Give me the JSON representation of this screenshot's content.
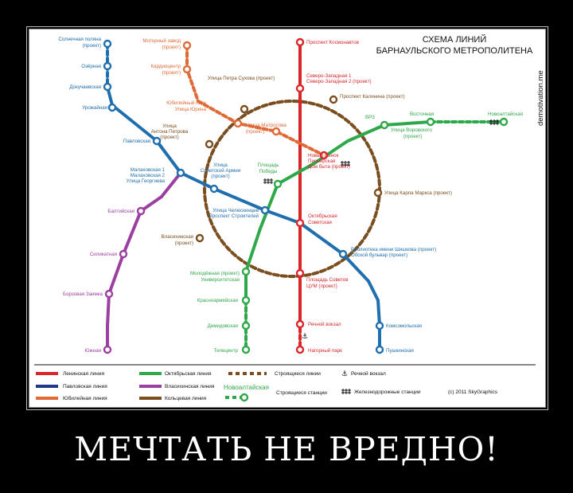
{
  "title": [
    "СХЕМА ЛИНИЙ",
    "БАРНАУЛЬСКОГО МЕТРОПОЛИТЕНА"
  ],
  "watermark": "demotivation.me",
  "caption": "МЕЧТАТЬ НЕ ВРЕДНО!",
  "copyright": "(c) 2011 SkyGraphics",
  "colors": {
    "leninskaya": "#d9262b",
    "pavlovskaya": "#1f6fae",
    "yubileynaya": "#e06a36",
    "oktyabrskaya": "#2fa84a",
    "vlasikhinskaya": "#9b3fa0",
    "koltsevaya": "#7a4e1e",
    "novoaltayskaya": "#2fa84a"
  },
  "stations": [
    {
      "id": "s1",
      "line": "pavlovskaya",
      "lines": [
        "Солнечная поляна",
        "(проект)"
      ]
    },
    {
      "id": "s2",
      "line": "pavlovskaya",
      "lines": [
        "Озёрная"
      ]
    },
    {
      "id": "s3",
      "line": "pavlovskaya",
      "lines": [
        "Докучаевская"
      ]
    },
    {
      "id": "s4",
      "line": "pavlovskaya",
      "lines": [
        "Урожайная"
      ]
    },
    {
      "id": "s5",
      "line": "pavlovskaya",
      "lines": [
        "Павловская"
      ]
    },
    {
      "id": "s6",
      "line": "pavlovskaya",
      "lines": [
        "Малаховская 1",
        "Малаховская 2",
        "Улица Георгиева"
      ]
    },
    {
      "id": "s7",
      "line": "pavlovskaya",
      "lines": [
        "Улица",
        "Советской Армии",
        "(проект)"
      ]
    },
    {
      "id": "s8",
      "line": "pavlovskaya",
      "lines": [
        "Улица Челюскинцев",
        "Проспект Строителей"
      ]
    },
    {
      "id": "s9",
      "line": "pavlovskaya",
      "lines": [
        "Октябрьская",
        "Советская"
      ]
    },
    {
      "id": "s10",
      "line": "pavlovskaya",
      "lines": [
        "Библиотека имени Шишкова (проект)",
        "Обской бульвар (проект)"
      ]
    },
    {
      "id": "s11",
      "line": "pavlovskaya",
      "lines": [
        "Комсомольская"
      ]
    },
    {
      "id": "s12",
      "line": "pavlovskaya",
      "lines": [
        "Пушкинская"
      ]
    },
    {
      "id": "s13",
      "line": "yubileynaya",
      "lines": [
        "Моторный завод",
        "(проект)"
      ]
    },
    {
      "id": "s14",
      "line": "yubileynaya",
      "lines": [
        "Кардиоцентр",
        "(проект)"
      ]
    },
    {
      "id": "s15",
      "line": "yubileynaya",
      "lines": [
        "Юбилейный парк",
        "Улица Юрина"
      ]
    },
    {
      "id": "s16",
      "line": "yubileynaya",
      "lines": [
        "Улица Матросова",
        "(проект)"
      ]
    },
    {
      "id": "s17",
      "line": "leninskaya",
      "lines": [
        "Проспект Космонавтов"
      ]
    },
    {
      "id": "s18",
      "line": "leninskaya",
      "lines": [
        "Северо-Западная 1",
        "Северо-Западная 2 (проект)"
      ]
    },
    {
      "id": "s19",
      "line": "leninskaya",
      "lines": [
        "Новый рынок",
        "Пионерская",
        "Дом быта (проект)"
      ]
    },
    {
      "id": "s20",
      "line": "leninskaya",
      "lines": [
        "Площадь Советов",
        "ЦУМ (проект)"
      ]
    },
    {
      "id": "s21",
      "line": "leninskaya",
      "lines": [
        "Речной вокзал"
      ]
    },
    {
      "id": "s22",
      "line": "leninskaya",
      "lines": [
        "Нагорный парк"
      ]
    },
    {
      "id": "s23",
      "line": "koltsevaya",
      "lines": [
        "Улица Петра Сухова (проект)"
      ]
    },
    {
      "id": "s24",
      "line": "koltsevaya",
      "lines": [
        "Проспект Калинина (проект)"
      ]
    },
    {
      "id": "s25",
      "line": "koltsevaya",
      "lines": [
        "Улица",
        "Антона Петрова",
        "(проект)"
      ]
    },
    {
      "id": "s26",
      "line": "koltsevaya",
      "lines": [
        "Улица Карла Маркса (проект)"
      ]
    },
    {
      "id": "s27",
      "line": "koltsevaya",
      "lines": [
        "Власихинская",
        "(проект)"
      ]
    },
    {
      "id": "s28",
      "line": "oktyabrskaya",
      "lines": [
        "ВРЗ"
      ]
    },
    {
      "id": "s29",
      "line": "oktyabrskaya",
      "lines": [
        "Улица Воровского",
        "(проект)"
      ]
    },
    {
      "id": "s30",
      "line": "oktyabrskaya",
      "lines": [
        "Восточная"
      ]
    },
    {
      "id": "s31",
      "line": "oktyabrskaya",
      "lines": [
        "Новоалтайская"
      ]
    },
    {
      "id": "s32",
      "line": "oktyabrskaya",
      "lines": [
        "Площадь",
        "Победы"
      ]
    },
    {
      "id": "s33",
      "line": "oktyabrskaya",
      "lines": [
        "Молодёжная (проект)",
        "Университетская"
      ]
    },
    {
      "id": "s34",
      "line": "oktyabrskaya",
      "lines": [
        "Красноармейская"
      ]
    },
    {
      "id": "s35",
      "line": "oktyabrskaya",
      "lines": [
        "Демидовская"
      ]
    },
    {
      "id": "s36",
      "line": "oktyabrskaya",
      "lines": [
        "Телецентр"
      ]
    },
    {
      "id": "s37",
      "line": "vlasikhinskaya",
      "lines": [
        "Балтийская"
      ]
    },
    {
      "id": "s38",
      "line": "vlasikhinskaya",
      "lines": [
        "Силикатная"
      ]
    },
    {
      "id": "s39",
      "line": "vlasikhinskaya",
      "lines": [
        "Борзовая Заимка"
      ]
    },
    {
      "id": "s40",
      "line": "vlasikhinskaya",
      "lines": [
        "Южная"
      ]
    }
  ],
  "legend": {
    "leninskaya": "Ленинская линия",
    "pavlovskaya": "Павловская линия",
    "yubileynaya": "Юбилейная линия",
    "oktyabrskaya": "Октябрьская линия",
    "vlasikhinskaya": "Власихинская линия",
    "koltsevaya": "Кольцевая линия",
    "novoaltayskaya": "Новоалтайская",
    "building_lines": "Строящиеся линии",
    "building_stations": "Строящиеся станции",
    "river_port": "Речной вокзал",
    "railway_stations": "Железнодорожные станции"
  }
}
